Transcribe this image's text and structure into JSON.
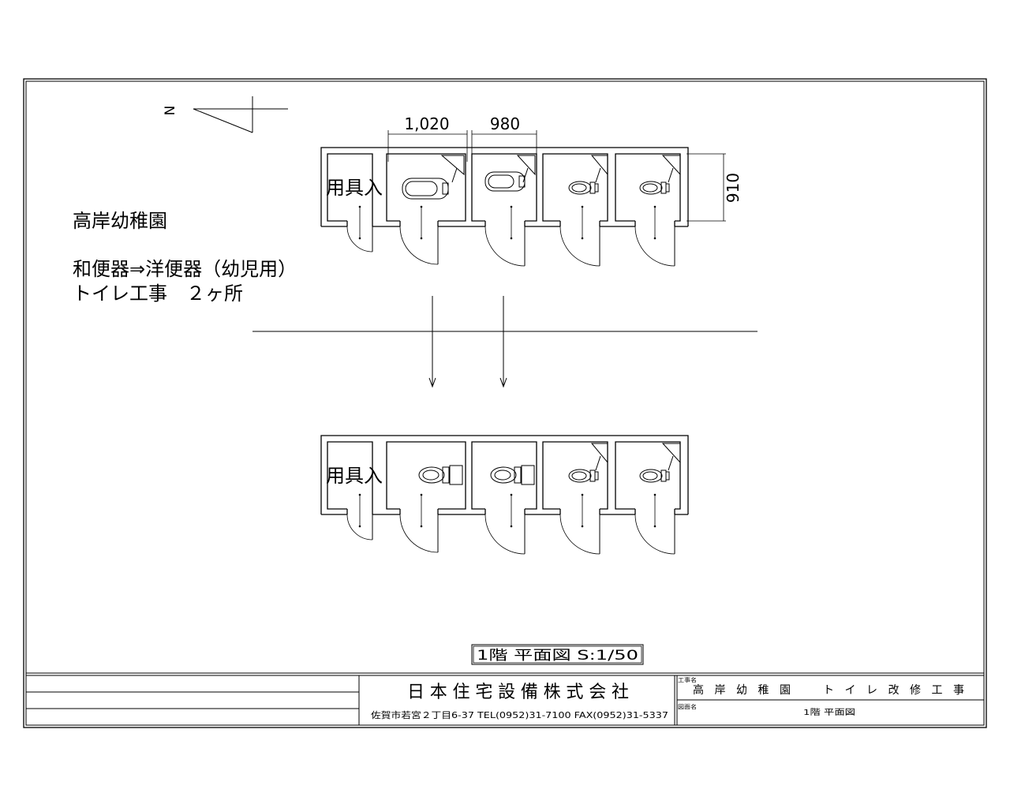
{
  "north": {
    "label": "N"
  },
  "dimensions": {
    "width_1": "1,020",
    "width_2": "980",
    "depth": "910"
  },
  "plans": [
    {
      "storage_label": "用具入",
      "fixtures": [
        "none",
        "squat-toilet-icon",
        "squat-toilet-icon",
        "child-toilet-icon",
        "child-toilet-icon"
      ]
    },
    {
      "storage_label": "用具入",
      "fixtures": [
        "none",
        "western-toilet-icon",
        "western-toilet-icon",
        "child-toilet-icon",
        "child-toilet-icon"
      ]
    }
  ],
  "notes": {
    "school": "高岸幼稚園",
    "change": "和便器⇒洋便器（幼児用）",
    "scope": "トイレ工事　２ヶ所"
  },
  "drawing_caption": "1階 平面図 S:1/50",
  "title_block": {
    "company": "日本住宅設備株式会社",
    "address": "佐賀市若宮２丁目6-37  TEL(0952)31-7100 FAX(0952)31-5337",
    "project_label": "工事名",
    "project_name": "高岸幼稚園　トイレ改修工事",
    "drawing_label": "図面名",
    "drawing_name": "1階 平面図"
  }
}
